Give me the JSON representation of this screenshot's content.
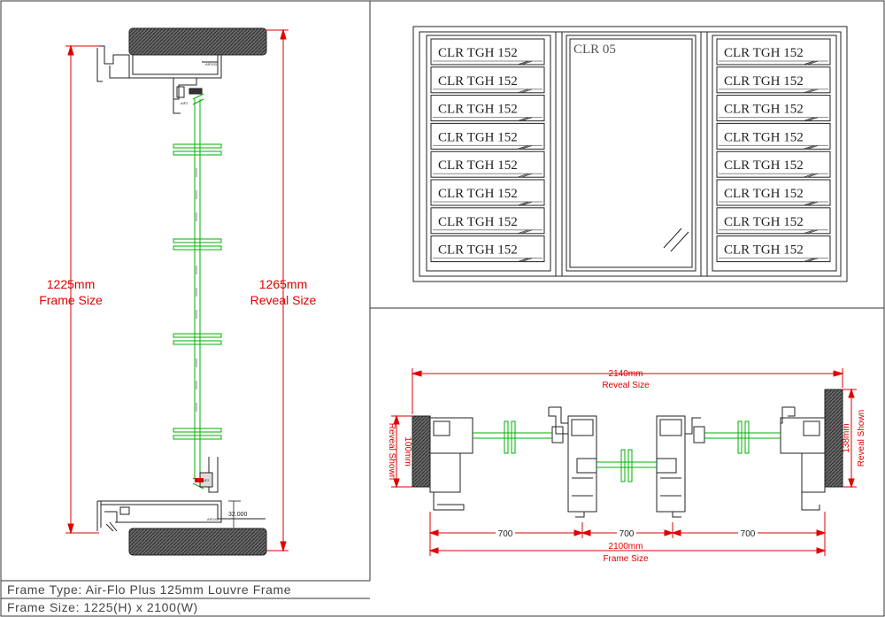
{
  "left_section": {
    "frame_size_value": "1225mm",
    "frame_size_label": "Frame Size",
    "reveal_size_value": "1265mm",
    "reveal_size_label": "Reveal Size",
    "dim_small": "32.000",
    "part_codes": [
      "AIF203",
      "AIF2",
      "AIF2",
      "AIF245"
    ]
  },
  "elevation": {
    "left_blades": [
      "CLR TGH 152",
      "CLR TGH 152",
      "CLR TGH 152",
      "CLR TGH 152",
      "CLR TGH 152",
      "CLR TGH 152",
      "CLR TGH 152",
      "CLR TGH 152"
    ],
    "right_blades": [
      "CLR TGH 152",
      "CLR TGH 152",
      "CLR TGH 152",
      "CLR TGH 152",
      "CLR TGH 152",
      "CLR TGH 152",
      "CLR TGH 152",
      "CLR TGH 152"
    ],
    "center_glass": "CLR 05"
  },
  "plan": {
    "reveal_width_value": "2140mm",
    "reveal_width_label": "Reveal Size",
    "frame_width_value": "2100mm",
    "frame_width_label": "Frame Size",
    "left_reveal_value": "100mm",
    "left_reveal_label": "Reveal Shown",
    "right_reveal_value": "138mm",
    "right_reveal_label": "Reveal Shown",
    "segments": [
      "700",
      "700",
      "700"
    ]
  },
  "title_block": {
    "frame_type": "Frame Type: Air-Flo Plus 125mm Louvre Frame",
    "frame_size": "Frame Size: 1225(H) x 2100(W)"
  },
  "colors": {
    "line": "#1a1a1a",
    "dimension": "#e00000",
    "glass": "#00b000",
    "wall": "#555555"
  }
}
